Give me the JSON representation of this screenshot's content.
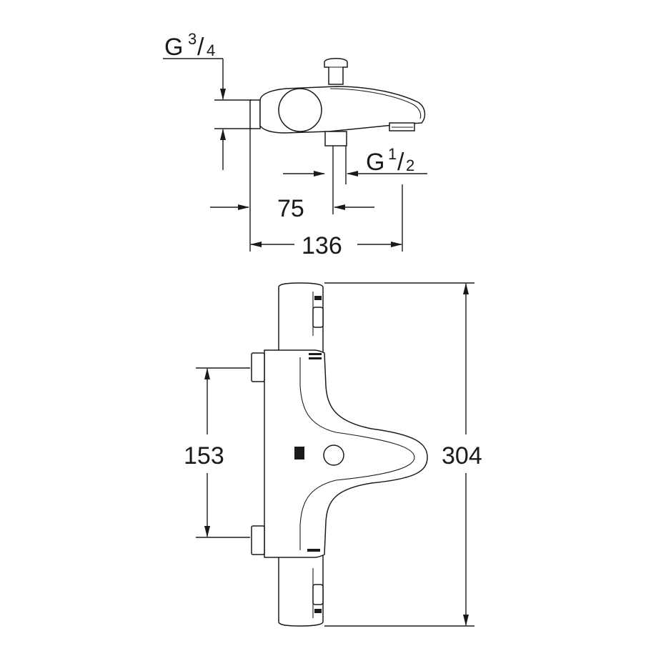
{
  "dimensions": {
    "thread_large": {
      "prefix": "G",
      "numerator": "3",
      "slash": "/",
      "denominator": "4"
    },
    "thread_small": {
      "prefix": "G",
      "numerator": "1",
      "slash": "/",
      "denominator": "2"
    },
    "spout_projection": "75",
    "total_depth": "136",
    "inlet_spacing": "153",
    "total_height": "304"
  },
  "colors": {
    "line": "#1a1a1a",
    "background": "#ffffff"
  }
}
